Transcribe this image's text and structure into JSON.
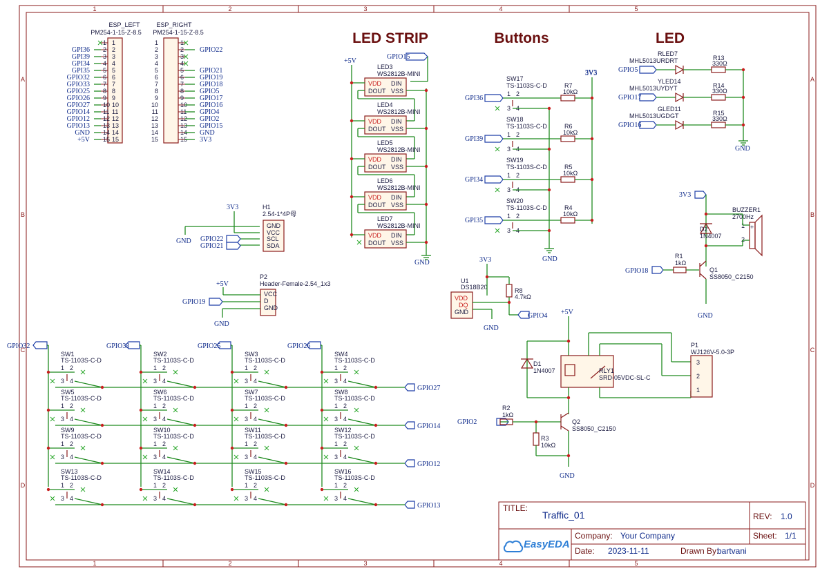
{
  "headers": {
    "led_strip": "LED STRIP",
    "buttons": "Buttons",
    "led": "LED"
  },
  "grid": {
    "cols": [
      "1",
      "2",
      "3",
      "4",
      "5"
    ],
    "rows": [
      "A",
      "B",
      "C",
      "D"
    ]
  },
  "esp_left": {
    "name": "ESP_LEFT",
    "part": "PM254-1-15-Z-8.5",
    "nets": [
      "",
      "GPI36",
      "GPI39",
      "GPI34",
      "GPI35",
      "GPIO32",
      "GPIO33",
      "GPIO25",
      "GPIO26",
      "GPIO27",
      "GPIO14",
      "GPIO12",
      "GPIO13",
      "GND",
      "+5V"
    ],
    "pins": [
      "1",
      "2",
      "3",
      "4",
      "5",
      "6",
      "7",
      "8",
      "9",
      "10",
      "11",
      "12",
      "13",
      "14",
      "15"
    ]
  },
  "esp_right": {
    "name": "ESP_RIGHT",
    "part": "PM254-1-15-Z-8.5",
    "nets": [
      "",
      "GPIO22",
      "",
      "",
      "GPIO21",
      "GPIO19",
      "GPIO18",
      "GPIO5",
      "GPIO17",
      "GPIO16",
      "GPIO4",
      "GPIO2",
      "GPIO15",
      "GND",
      "3V3"
    ],
    "pins": [
      "1",
      "2",
      "3",
      "4",
      "5",
      "6",
      "7",
      "8",
      "9",
      "10",
      "11",
      "12",
      "13",
      "14",
      "15"
    ]
  },
  "led_strip": {
    "supply": "+5V",
    "gnd": "GND",
    "input": "GPIO15",
    "part": "WS2812B-MINI",
    "leds": [
      "LED3",
      "LED4",
      "LED5",
      "LED6",
      "LED7"
    ],
    "pin_vdd": "VDD",
    "pin_dout": "DOUT",
    "pin_din": "DIN",
    "pin_vss": "VSS"
  },
  "h1": {
    "ref": "H1",
    "part": "2.54-1*4P母",
    "supply": "3V3",
    "gnd": "GND",
    "pins": [
      "GND",
      "VCC",
      "SCL",
      "SDA"
    ],
    "nets": [
      "GPIO22",
      "GPIO21"
    ]
  },
  "p2": {
    "ref": "P2",
    "part": "Header-Female-2.54_1x3",
    "supply": "+5V",
    "net": "GPIO19",
    "gnd": "GND",
    "pins": [
      "VCC",
      "D",
      "GND"
    ]
  },
  "buttons": {
    "supply": "3V3",
    "gnd": "GND",
    "part": "TS-1103S-C-D",
    "items": [
      {
        "ref": "SW17",
        "net": "GPI36",
        "res": "R7",
        "val": "10kΩ"
      },
      {
        "ref": "SW18",
        "net": "GPI39",
        "res": "R6",
        "val": "10kΩ"
      },
      {
        "ref": "SW19",
        "net": "GPI34",
        "res": "R5",
        "val": "10kΩ"
      },
      {
        "ref": "SW20",
        "net": "GPI35",
        "res": "R4",
        "val": "10kΩ"
      }
    ]
  },
  "u1": {
    "ref": "U1",
    "part": "DS18B20",
    "supply": "3V3",
    "gnd": "GND",
    "res": "R8",
    "res_val": "4.7kΩ",
    "net": "GPIO4",
    "pins": [
      "VDD",
      "DQ",
      "GND"
    ]
  },
  "leds": {
    "supply": "3V3",
    "gnd": "GND",
    "items": [
      {
        "ref": "RLED7",
        "part": "MHL5013URDRT",
        "net": "GPIO5",
        "res": "R13",
        "val": "330Ω"
      },
      {
        "ref": "YLED14",
        "part": "MHL5013UYDYT",
        "net": "GPIO17",
        "res": "R14",
        "val": "330Ω"
      },
      {
        "ref": "GLED11",
        "part": "MHL5013UGDGT",
        "net": "GPIO16",
        "res": "R15",
        "val": "330Ω"
      }
    ]
  },
  "buzzer": {
    "ref": "BUZZER1",
    "freq": "2700Hz",
    "supply": "3V3",
    "diode": "D2",
    "diode_part": "1N4007",
    "res": "R1",
    "res_val": "1kΩ",
    "net": "GPIO18",
    "q": "Q1",
    "q_part": "SS8050_C2150",
    "gnd": "GND"
  },
  "relay": {
    "supply": "+5V",
    "diode": "D1",
    "diode_part": "1N4007",
    "rly": "RLY1",
    "rly_part": "SRD-05VDC-SL-C",
    "conn": "P1",
    "conn_part": "WJ126V-5.0-3P",
    "r2": "R2",
    "r2_val": "1kΩ",
    "r3": "R3",
    "r3_val": "10kΩ",
    "net": "GPIO2",
    "q": "Q2",
    "q_part": "SS8050_C2150",
    "gnd": "GND"
  },
  "matrix": {
    "cols": [
      "GPIO32",
      "GPIO33",
      "GPIO25",
      "GPIO26"
    ],
    "rows": [
      "GPIO27",
      "GPIO14",
      "GPIO12",
      "GPIO13"
    ],
    "switches": [
      "SW1",
      "SW2",
      "SW3",
      "SW4",
      "SW5",
      "SW6",
      "SW7",
      "SW8",
      "SW9",
      "SW10",
      "SW11",
      "SW12",
      "SW13",
      "SW14",
      "SW15",
      "SW16"
    ],
    "part": "TS-1103S-C-D"
  },
  "title_block": {
    "title_label": "TITLE:",
    "title": "Traffic_01",
    "rev_label": "REV:",
    "rev": "1.0",
    "company_label": "Company:",
    "company": "Your Company",
    "sheet_label": "Sheet:",
    "sheet": "1/1",
    "date_label": "Date:",
    "date": "2023-11-11",
    "drawn_label": "Drawn By:",
    "drawn": "bartvani",
    "logo": "EasyEDA"
  }
}
